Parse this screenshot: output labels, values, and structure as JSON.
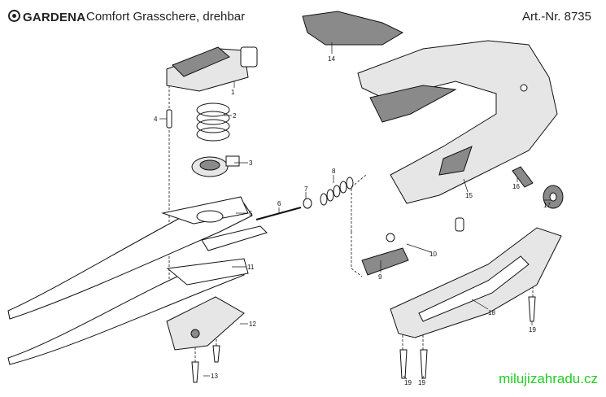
{
  "header": {
    "brand": "GARDENA",
    "title": "Comfort Grasschere, drehbar",
    "article_number": "Art.-Nr. 8735"
  },
  "watermark": "milujizahradu.cz",
  "colors": {
    "watermark": "#22cc22",
    "line": "#111111",
    "fill_dark": "#8a8a8a",
    "fill_light": "#e6e6e6"
  },
  "parts": [
    {
      "label": "1"
    },
    {
      "label": "2"
    },
    {
      "label": "3"
    },
    {
      "label": "4"
    },
    {
      "label": "5"
    },
    {
      "label": "6"
    },
    {
      "label": "7"
    },
    {
      "label": "8"
    },
    {
      "label": "9"
    },
    {
      "label": "10"
    },
    {
      "label": "11"
    },
    {
      "label": "12"
    },
    {
      "label": "13"
    },
    {
      "label": "14"
    },
    {
      "label": "15"
    },
    {
      "label": "16"
    },
    {
      "label": "17"
    },
    {
      "label": "18"
    },
    {
      "label": "19"
    },
    {
      "label": "19"
    },
    {
      "label": "19"
    }
  ]
}
